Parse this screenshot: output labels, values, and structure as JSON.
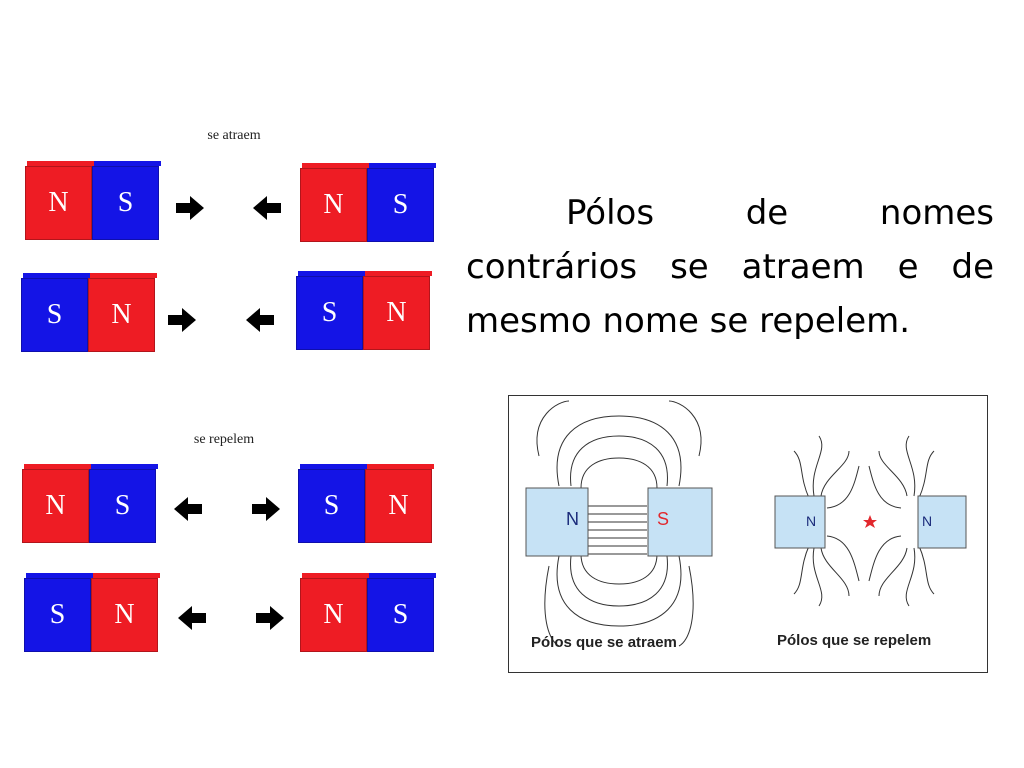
{
  "captions": {
    "attract": "se atraem",
    "repel": "se repelem"
  },
  "magnets": {
    "attract_row1_left": [
      "N",
      "S"
    ],
    "attract_row1_right": [
      "N",
      "S"
    ],
    "attract_row2_left": [
      "S",
      "N"
    ],
    "attract_row2_right": [
      "S",
      "N"
    ],
    "repel_row1_left": [
      "N",
      "S"
    ],
    "repel_row1_right": [
      "S",
      "N"
    ],
    "repel_row2_left": [
      "S",
      "N"
    ],
    "repel_row2_right": [
      "N",
      "S"
    ]
  },
  "text": {
    "paragraph": "Pólos de nomes contrários se atraem e de mesmo nome se repelem."
  },
  "figure": {
    "left_bar_left_pole": "N",
    "left_bar_right_pole": "S",
    "right_bar_left_pole": "N",
    "right_bar_right_pole": "N",
    "label_attract": "Pólos que se atraem",
    "label_repel": "Pólos que se repelem"
  },
  "colors": {
    "north": "#ee1c24",
    "south": "#1414e6",
    "field_bar": "#c6e2f5",
    "south_label": "#e2282d",
    "north_label": "#1a2a7a"
  }
}
